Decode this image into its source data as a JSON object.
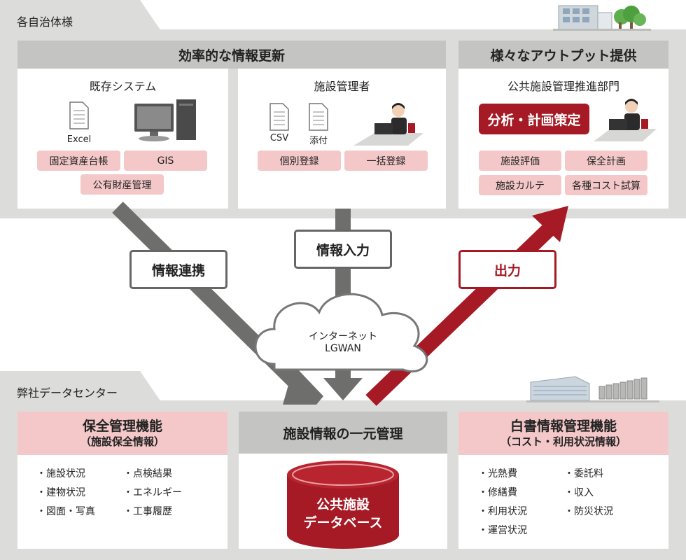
{
  "top_region": {
    "label": "各自治体様",
    "left_panel": {
      "header": "効率的な情報更新",
      "existing_systems": {
        "title": "既存システム",
        "doc_label": "Excel",
        "chips": [
          "固定資産台帳",
          "GIS",
          "公有財産管理"
        ]
      },
      "facility_manager": {
        "title": "施設管理者",
        "doc_labels": [
          "CSV",
          "添付"
        ],
        "chips": [
          "個別登録",
          "一括登録"
        ]
      }
    },
    "right_panel": {
      "header": "様々なアウトプット提供",
      "title": "公共施設管理推進部門",
      "highlight": "分析・計画策定",
      "chips": [
        "施設評価",
        "保全計画",
        "施設カルテ",
        "各種コスト試算"
      ]
    }
  },
  "flow": {
    "link_label": "情報連携",
    "input_label": "情報入力",
    "output_label": "出力",
    "cloud_line1": "インターネット",
    "cloud_line2": "LGWAN"
  },
  "bottom_region": {
    "label": "弊社データセンター",
    "left_panel": {
      "title": "保全管理機能",
      "subtitle": "（施設保全情報）",
      "col1": [
        "・施設状況",
        "・建物状況",
        "・図面・写真"
      ],
      "col2": [
        "・点検結果",
        "・エネルギー",
        "・工事履歴"
      ]
    },
    "center_panel": {
      "header": "施設情報の一元管理",
      "db_line1": "公共施設",
      "db_line2": "データベース"
    },
    "right_panel": {
      "title": "白書情報管理機能",
      "subtitle": "（コスト・利用状況情報）",
      "col1": [
        "・光熱費",
        "・修繕費",
        "・利用状況",
        "・運営状況"
      ],
      "col2": [
        "・委託料",
        "・収入",
        "・防災状況"
      ]
    }
  },
  "colors": {
    "band_gray": "#dcdcda",
    "header_gray": "#c4c4c2",
    "pink": "#f4c8c9",
    "accent_red": "#a51a24",
    "arrow_gray": "#6e6e6c"
  }
}
